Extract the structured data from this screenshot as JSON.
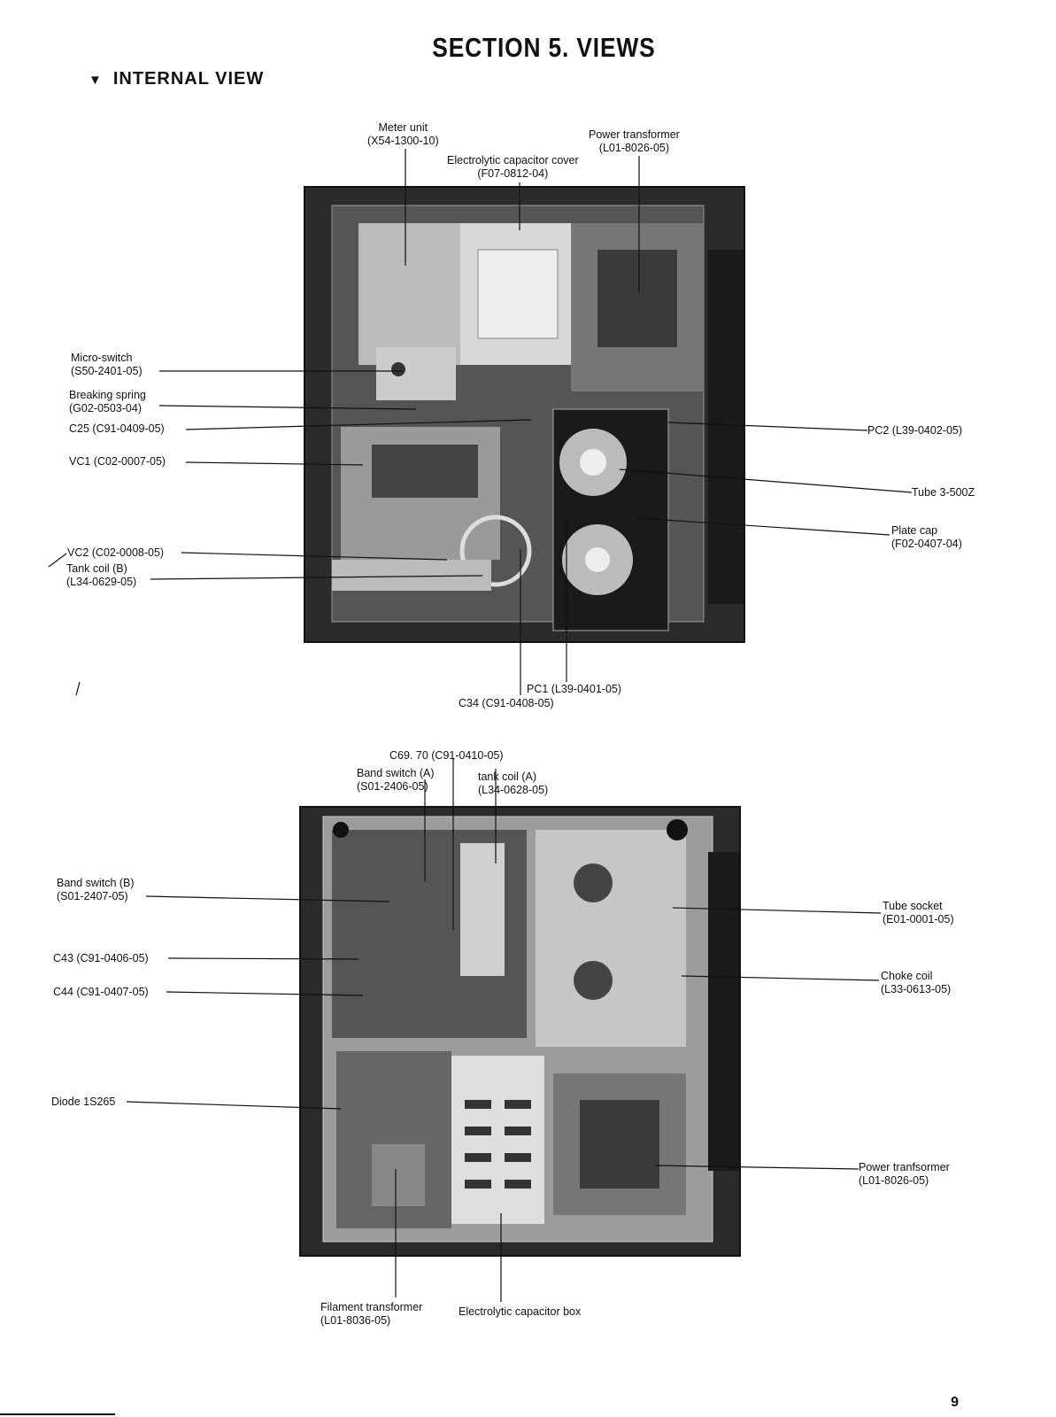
{
  "section_title": "SECTION 5. VIEWS",
  "view_heading": "INTERNAL VIEW",
  "page_number": "9",
  "top_view": {
    "labels": [
      {
        "id": "meter_unit",
        "lines": [
          "Meter unit",
          "(X54-1300-10)"
        ]
      },
      {
        "id": "power_transformer",
        "lines": [
          "Power transformer",
          "(L01-8026-05)"
        ]
      },
      {
        "id": "electrolytic_cover",
        "lines": [
          "Electrolytic capacitor cover",
          "(F07-0812-04)"
        ]
      },
      {
        "id": "micro_switch",
        "lines": [
          "Micro-switch",
          "(S50-2401-05)"
        ]
      },
      {
        "id": "breaking_spring",
        "lines": [
          "Breaking spring",
          "(G02-0503-04)"
        ]
      },
      {
        "id": "c25",
        "lines": [
          "C25 (C91-0409-05)"
        ]
      },
      {
        "id": "vc1",
        "lines": [
          "VC1 (C02-0007-05)"
        ]
      },
      {
        "id": "vc2",
        "lines": [
          "VC2 (C02-0008-05)"
        ]
      },
      {
        "id": "tank_coil_b",
        "lines": [
          "Tank coil (B)",
          "(L34-0629-05)"
        ]
      },
      {
        "id": "pc2",
        "lines": [
          "PC2 (L39-0402-05)"
        ]
      },
      {
        "id": "tube",
        "lines": [
          "Tube 3-500Z"
        ]
      },
      {
        "id": "plate_cap",
        "lines": [
          "Plate cap",
          "(F02-0407-04)"
        ]
      },
      {
        "id": "pc1",
        "lines": [
          "PC1 (L39-0401-05)"
        ]
      },
      {
        "id": "c34",
        "lines": [
          "C34 (C91-0408-05)"
        ]
      }
    ]
  },
  "bottom_view": {
    "labels": [
      {
        "id": "c69_70",
        "lines": [
          "C69. 70 (C91-0410-05)"
        ]
      },
      {
        "id": "band_switch_a",
        "lines": [
          "Band switch (A)",
          "(S01-2406-05)"
        ]
      },
      {
        "id": "tank_coil_a",
        "lines": [
          "tank coil (A)",
          "(L34-0628-05)"
        ]
      },
      {
        "id": "band_switch_b",
        "lines": [
          "Band switch (B)",
          "(S01-2407-05)"
        ]
      },
      {
        "id": "c43",
        "lines": [
          "C43 (C91-0406-05)"
        ]
      },
      {
        "id": "c44",
        "lines": [
          "C44 (C91-0407-05)"
        ]
      },
      {
        "id": "diode",
        "lines": [
          "Diode 1S265"
        ]
      },
      {
        "id": "tube_socket",
        "lines": [
          "Tube socket",
          "(E01-0001-05)"
        ]
      },
      {
        "id": "choke_coil",
        "lines": [
          "Choke coil",
          "(L33-0613-05)"
        ]
      },
      {
        "id": "power_tranformer_b",
        "lines": [
          "Power tranfsormer",
          "(L01-8026-05)"
        ]
      },
      {
        "id": "filament_transformer",
        "lines": [
          "Filament transformer",
          "(L01-8036-05)"
        ]
      },
      {
        "id": "electrolytic_box",
        "lines": [
          "Electrolytic capacitor box"
        ]
      }
    ]
  }
}
